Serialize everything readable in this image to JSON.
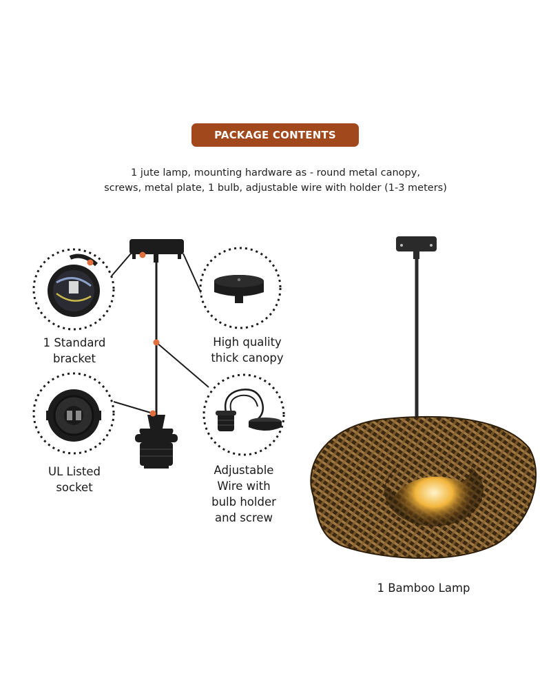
{
  "header": {
    "title": "PACKAGE CONTENTS",
    "description_line1": "1 jute lamp, mounting hardware as - round metal canopy,",
    "description_line2": "screws, metal plate, 1 bulb, adjustable wire with holder (1-3 meters)"
  },
  "components": [
    {
      "id": "bracket",
      "label_line1": "1 Standard",
      "label_line2": "bracket",
      "icon": "bracket-icon"
    },
    {
      "id": "canopy",
      "label_line1": "High quality",
      "label_line2": "thick canopy",
      "icon": "canopy-icon"
    },
    {
      "id": "socket",
      "label_line1": "UL Listed",
      "label_line2": "socket",
      "icon": "socket-icon"
    },
    {
      "id": "wire",
      "label_line1": "Adjustable",
      "label_line2": "Wire with",
      "label_line3": "bulb holder",
      "label_line4": "and screw",
      "icon": "wire-holder-icon"
    }
  ],
  "lamp": {
    "label": "1 Bamboo Lamp"
  },
  "colors": {
    "banner": "#a1481c",
    "accent_dot": "#e2703f",
    "metal": "#1c1c1c",
    "bamboo": "#6b4a22",
    "glow": "#f2b53c"
  }
}
